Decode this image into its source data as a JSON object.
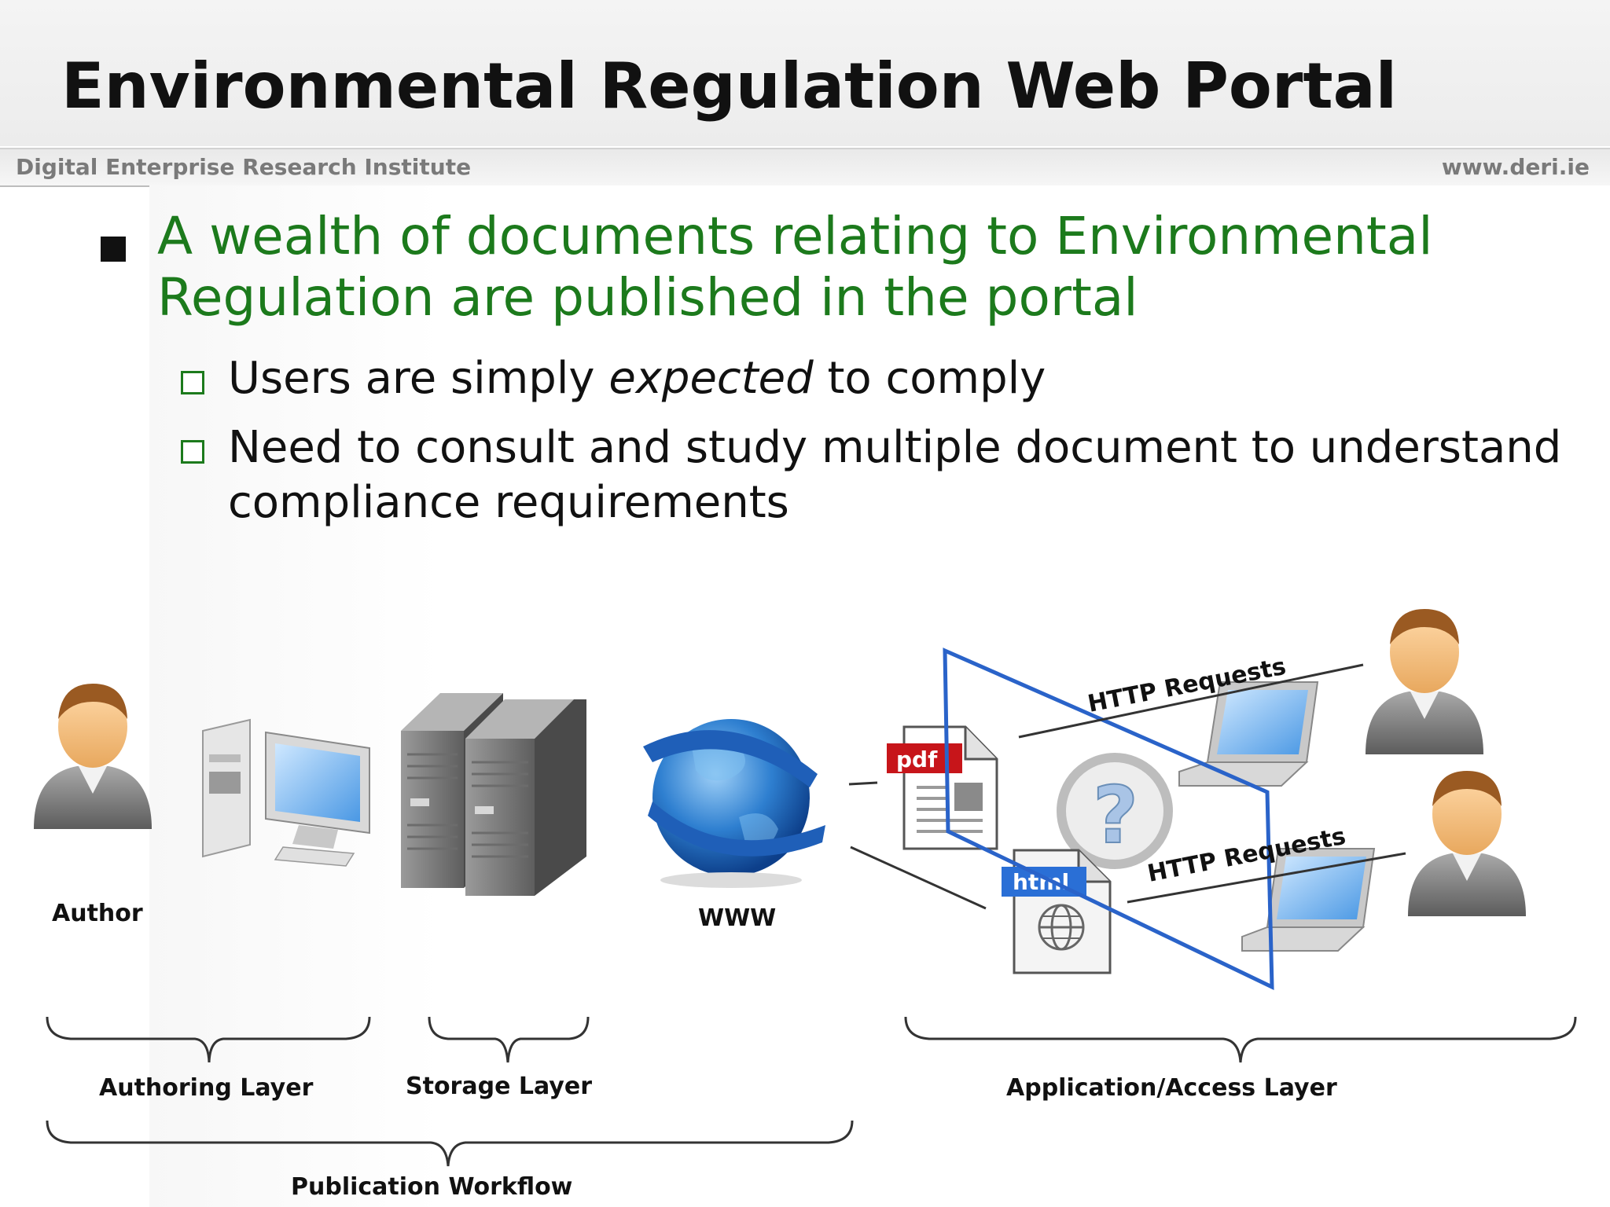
{
  "header": {
    "title": "Environmental Regulation Web Portal",
    "institute": "Digital Enterprise Research Institute",
    "website": "www.deri.ie"
  },
  "body": {
    "bullet": {
      "line1": "A wealth of documents relating to Environmental",
      "line2": "Regulation are published in the portal"
    },
    "subbullets": [
      {
        "before": "Users are simply ",
        "emphasis": "expected",
        "after": " to comply"
      },
      {
        "line1": "Need to consult and study multiple document to understand",
        "line2": "compliance requirements"
      }
    ]
  },
  "diagram": {
    "author_label": "Author",
    "www_label": "WWW",
    "pdf_tag": "pdf",
    "html_tag": "html",
    "http_requests_top": "HTTP Requests",
    "http_requests_bottom": "HTTP Requests",
    "authoring_layer": "Authoring Layer",
    "storage_layer": "Storage Layer",
    "application_layer": "Application/Access Layer",
    "publication_workflow": "Publication Workflow"
  },
  "colors": {
    "title_text": "#111111",
    "bullet_green": "#1c7a1c",
    "header_gray": "#7a7a7a",
    "plane_blue": "#2a63c9",
    "pdf_red": "#c7151a",
    "html_blue": "#2a6fd6"
  }
}
